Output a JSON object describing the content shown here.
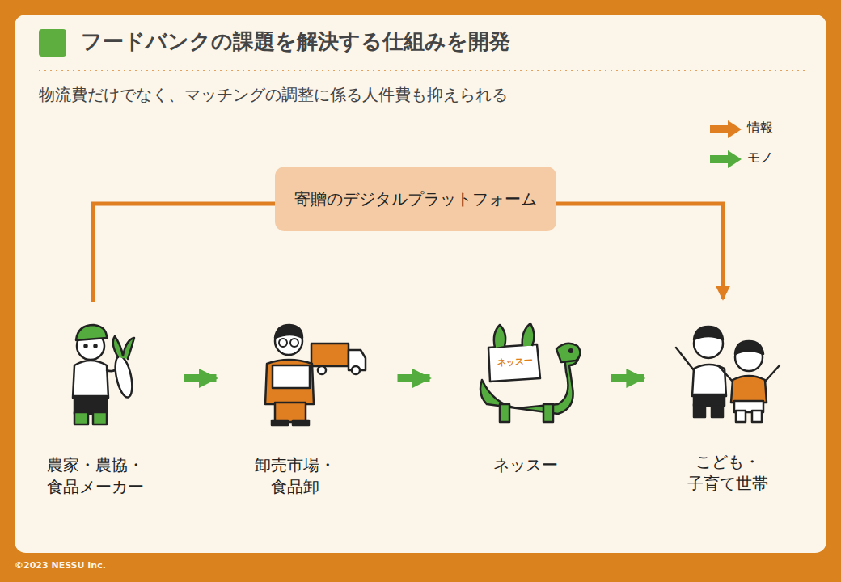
{
  "diagram": {
    "title": "フードバンクの課題を解決する仕組みを開発",
    "caption": "物流費だけでなく、マッチングの調整に係る人件費も抑えられる",
    "nodes": [
      {
        "text": [
          "寄贈のデジタルプラットフォーム"
        ]
      },
      {
        "text": [
          "農家・農協・ 食品メーカー"
        ]
      },
      {
        "text": [
          "卸売市場・ 食品卸"
        ]
      },
      {
        "text": [
          "ネッスー"
        ]
      },
      {
        "text": [
          "こども・ 子育て世帯"
        ]
      }
    ],
    "edges": [
      {
        "from": 1,
        "to": 0,
        "arrow": "none"
      },
      {
        "from": 0,
        "to": 4,
        "arrow": "to"
      },
      {
        "from": 1,
        "to": 2,
        "arrow": "to"
      },
      {
        "from": 2,
        "to": 3,
        "arrow": "to"
      },
      {
        "from": 3,
        "to": 4,
        "arrow": "to"
      }
    ],
    "labels": [
      "ネッスー",
      "©2023 NESSU Inc."
    ],
    "legend": [
      {
        "text": "情報"
      },
      {
        "text": "モノ"
      }
    ]
  }
}
